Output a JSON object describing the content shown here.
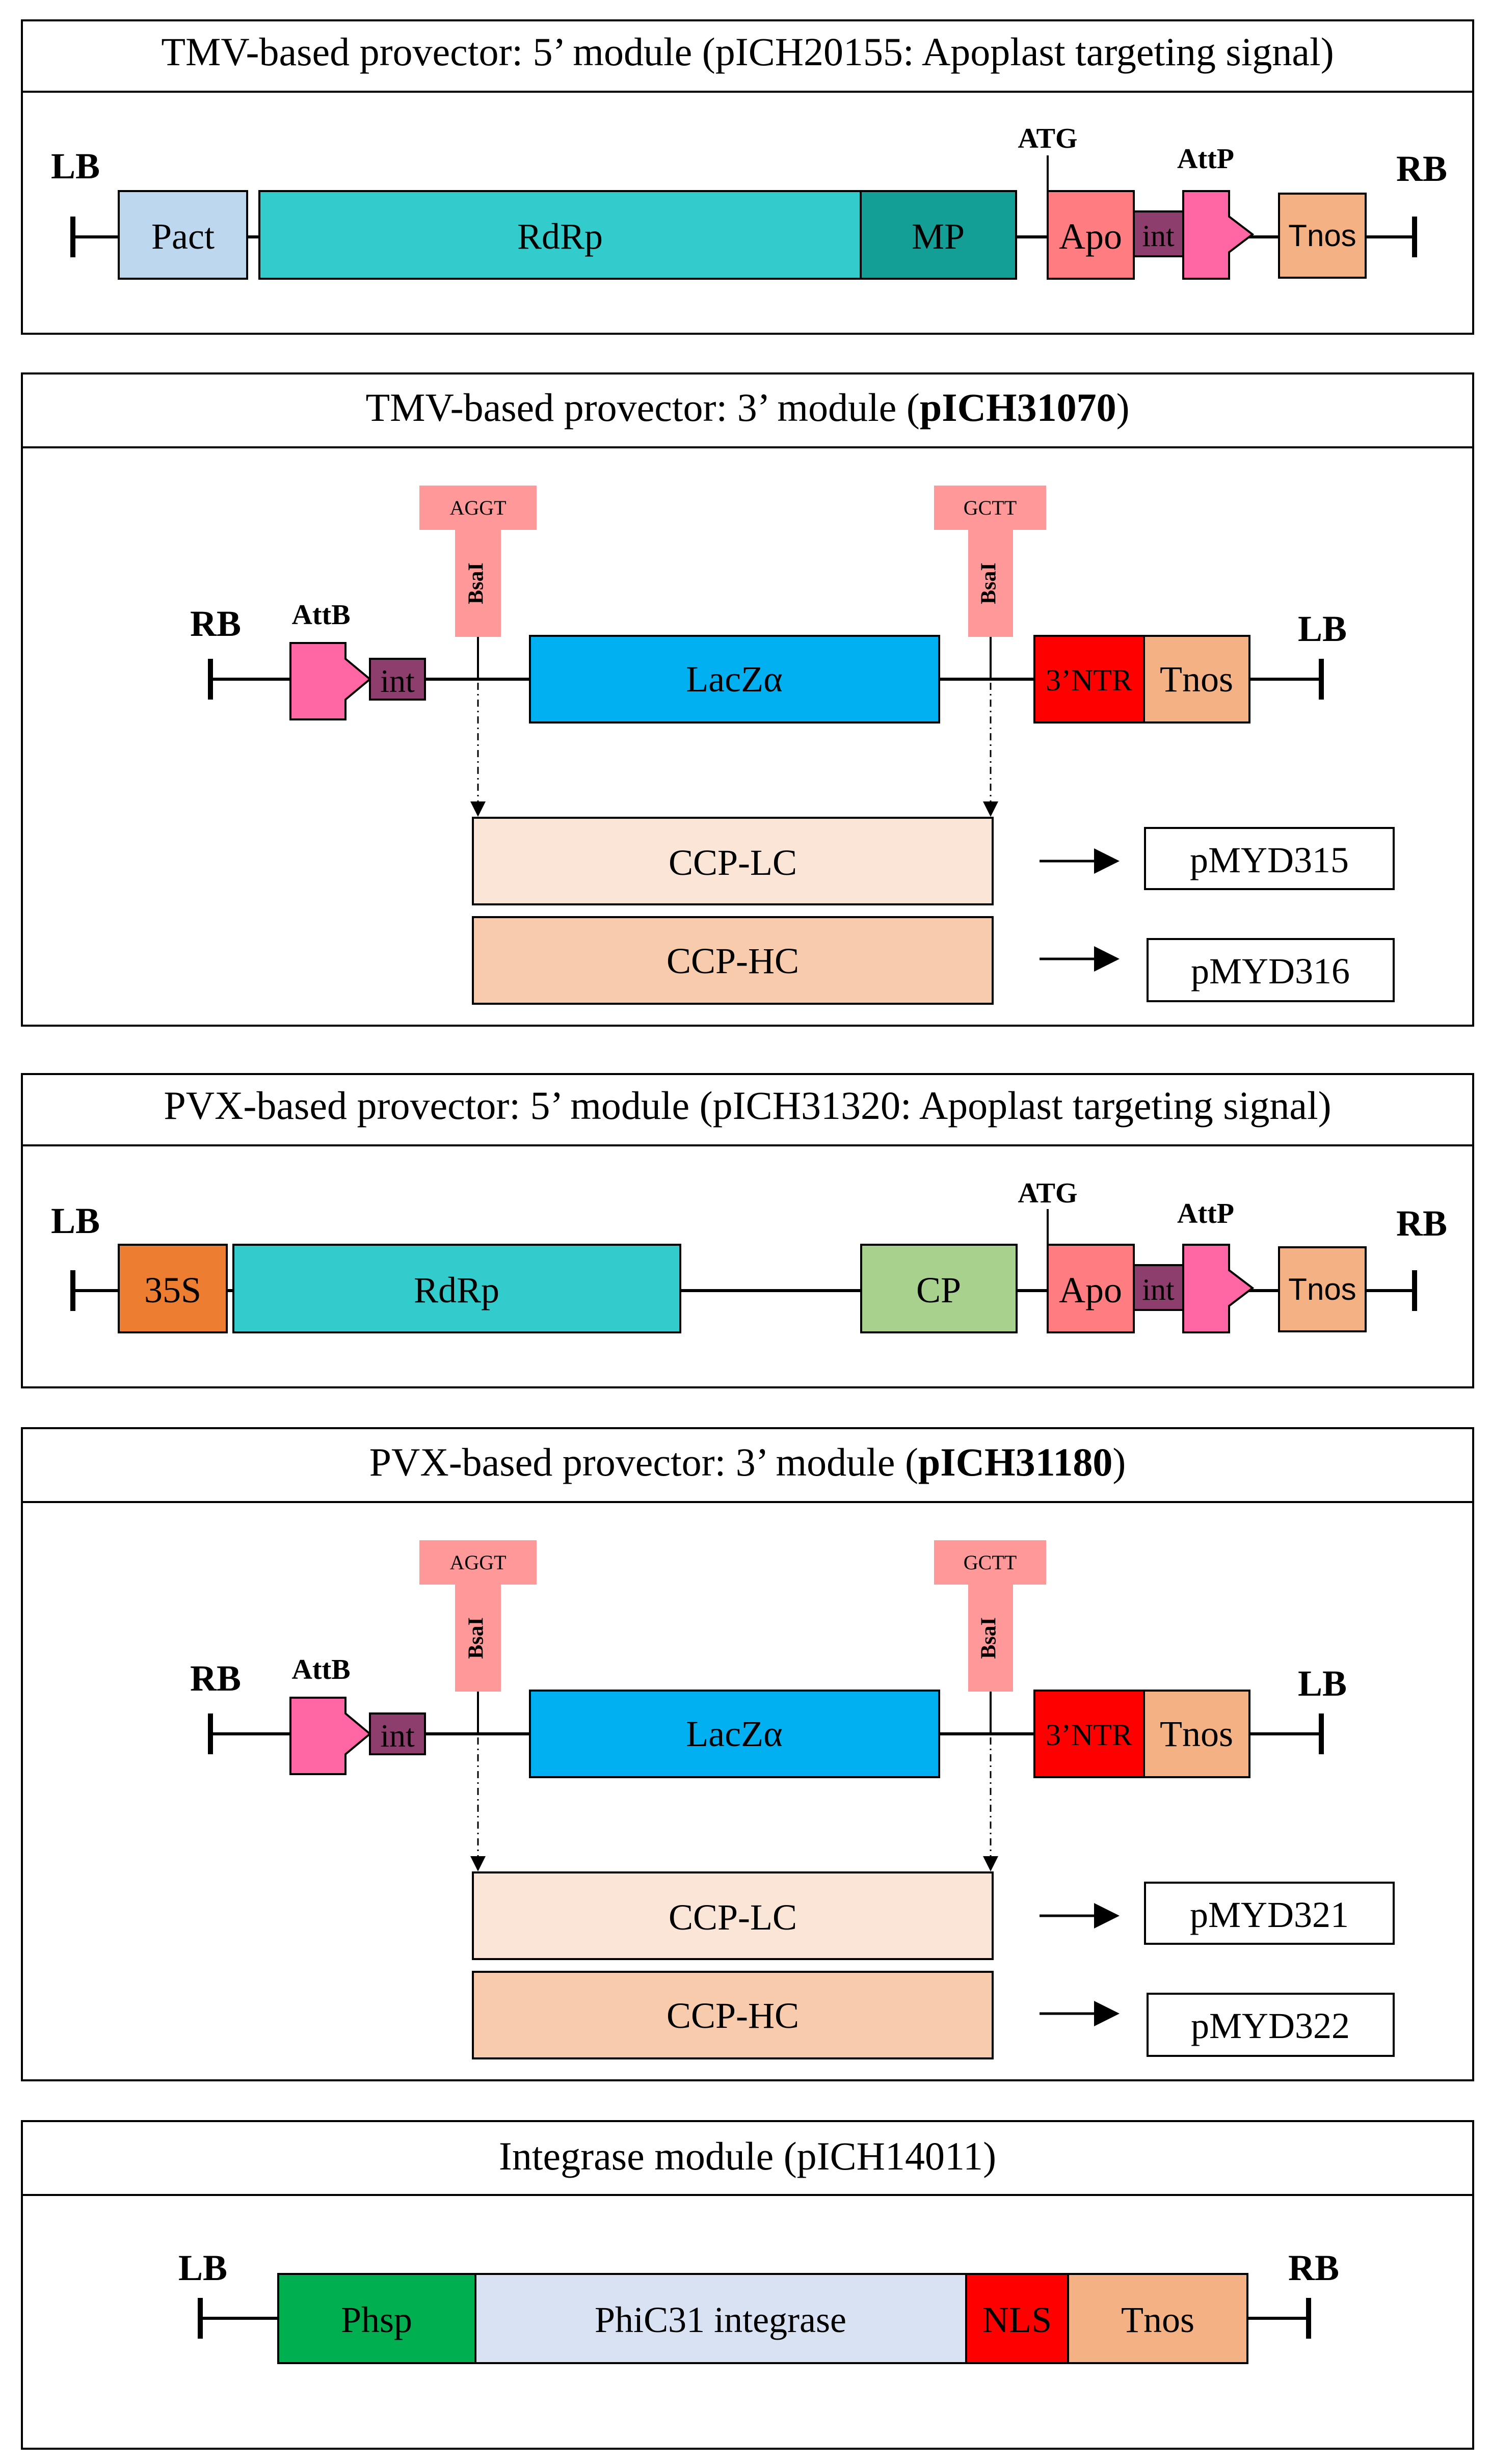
{
  "panels": [
    {
      "title": "TMV-based provector: 5’ module (pICH20155: Apoplast targeting signal)",
      "left_end": "LB",
      "right_end": "RB",
      "elements": {
        "pact": "Pact",
        "rdrp": "RdRp",
        "mp": "MP",
        "apo": "Apo",
        "int": "int",
        "tnos": "Tnos"
      },
      "labels": {
        "atg": "ATG",
        "attp": "AttP"
      }
    },
    {
      "title_prefix": "TMV-based provector: 3’ module (",
      "title_bold": "pICH31070",
      "title_suffix": ")",
      "left_end": "RB",
      "right_end": "LB",
      "attb": "AttB",
      "int": "int",
      "site_left": {
        "overhang": "AGGT",
        "enzyme": "BsaI"
      },
      "site_right": {
        "overhang": "GCTT",
        "enzyme": "BsaI"
      },
      "lacz": "LacZα",
      "ntr": "3’NTR",
      "tnos": "Tnos",
      "inserts": [
        {
          "label": "CCP-LC",
          "product": "pMYD315"
        },
        {
          "label": "CCP-HC",
          "product": "pMYD316"
        }
      ]
    },
    {
      "title": "PVX-based provector: 5’ module (pICH31320: Apoplast targeting signal)",
      "left_end": "LB",
      "right_end": "RB",
      "elements": {
        "s35": "35S",
        "rdrp": "RdRp",
        "cp": "CP",
        "apo": "Apo",
        "int": "int",
        "tnos": "Tnos"
      },
      "labels": {
        "atg": "ATG",
        "attp": "AttP"
      }
    },
    {
      "title_prefix": "PVX-based provector: 3’ module (",
      "title_bold": "pICH31180",
      "title_suffix": ")",
      "left_end": "RB",
      "right_end": "LB",
      "attb": "AttB",
      "int": "int",
      "site_left": {
        "overhang": "AGGT",
        "enzyme": "BsaI"
      },
      "site_right": {
        "overhang": "GCTT",
        "enzyme": "BsaI"
      },
      "lacz": "LacZα",
      "ntr": "3’NTR",
      "tnos": "Tnos",
      "inserts": [
        {
          "label": "CCP-LC",
          "product": "pMYD321"
        },
        {
          "label": "CCP-HC",
          "product": "pMYD322"
        }
      ]
    },
    {
      "title": "Integrase module (pICH14011)",
      "left_end": "LB",
      "right_end": "RB",
      "elements": {
        "phsp": "Phsp",
        "phic31": "PhiC31 integrase",
        "nls": "NLS",
        "tnos": "Tnos"
      }
    }
  ],
  "colors": {
    "pact": "#bdd7ee",
    "rdrp": "#33cccc",
    "mp": "#139f96",
    "apo": "#ff7c80",
    "int": "#8e3e6c",
    "att": "#ff66a3",
    "tnos": "#f4b183",
    "s35": "#ed7d31",
    "cp": "#a9d18e",
    "bsai": "#ff9999",
    "lacz": "#00b0f0",
    "ntr": "#ff0000",
    "ccp_lc": "#fbe5d6",
    "ccp_hc": "#f8cbad",
    "phsp": "#00b050",
    "phic31": "#d9e2f3",
    "nls": "#ff0000"
  }
}
